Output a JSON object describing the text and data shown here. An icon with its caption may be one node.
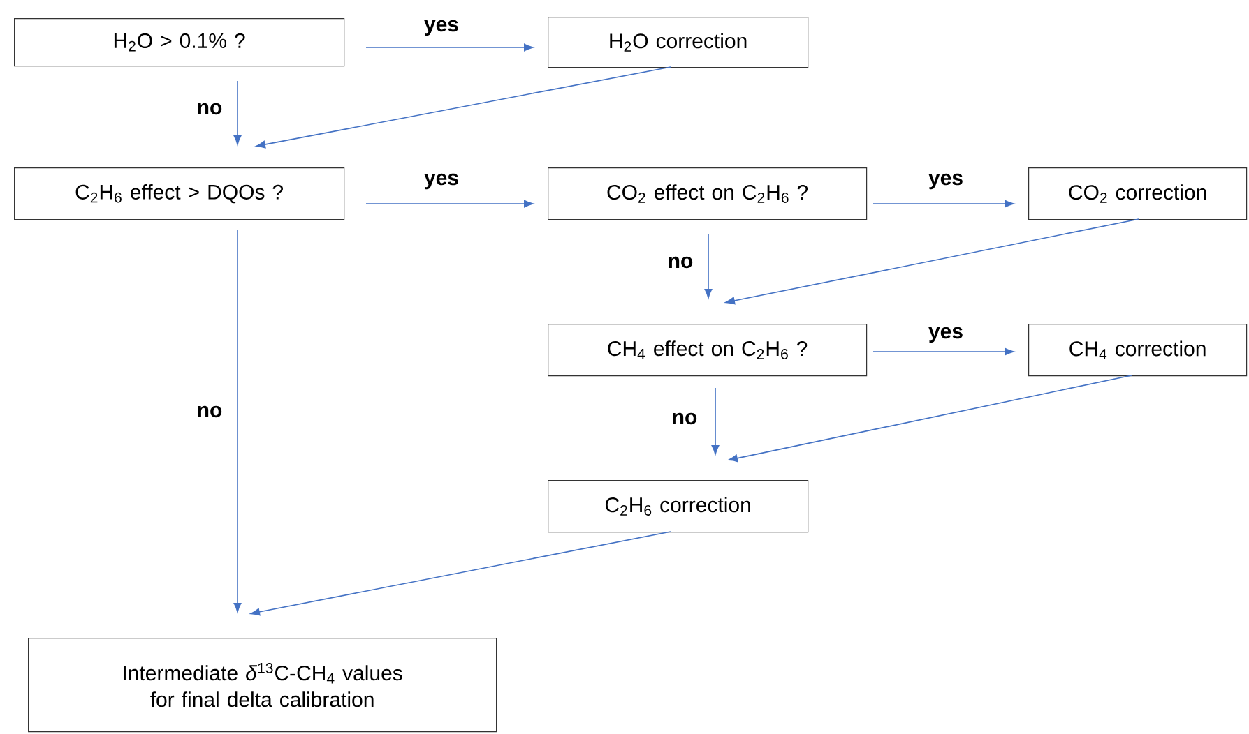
{
  "diagram": {
    "nodes": [
      {
        "text": [
          "H$_{2}$O > 0.1% ?"
        ]
      },
      {
        "text": [
          "H$_{2}$O correction"
        ]
      },
      {
        "text": [
          "C$_{2}$H$_{6}$ effect > DQOs ?"
        ]
      },
      {
        "text": [
          "CO$_{2}$ effect on C$_{2}$H$_{6}$ ?"
        ]
      },
      {
        "text": [
          "CO$_{2}$ correction"
        ]
      },
      {
        "text": [
          "CH$_{4}$ effect on C$_{2}$H$_{6}$ ?"
        ]
      },
      {
        "text": [
          "CH$_{4}$ correction"
        ]
      },
      {
        "text": [
          "C$_{2}$H$_{6}$ correction"
        ]
      },
      {
        "text": [
          "Intermediate *δ*$^{13}$C-CH$_{4}$ values for final delta calibration"
        ]
      }
    ],
    "edges": [
      {
        "from": 0,
        "to": 1,
        "arrow": "to",
        "label": "yes"
      },
      {
        "from": 0,
        "to": 2,
        "arrow": "to",
        "label": "no"
      },
      {
        "from": 1,
        "to": 2,
        "arrow": "to"
      },
      {
        "from": 2,
        "to": 3,
        "arrow": "to",
        "label": "yes"
      },
      {
        "from": 3,
        "to": 4,
        "arrow": "to",
        "label": "yes"
      },
      {
        "from": 3,
        "to": 5,
        "arrow": "to",
        "label": "no"
      },
      {
        "from": 4,
        "to": 5,
        "arrow": "to"
      },
      {
        "from": 5,
        "to": 6,
        "arrow": "to",
        "label": "yes"
      },
      {
        "from": 5,
        "to": 7,
        "arrow": "to",
        "label": "no"
      },
      {
        "from": 6,
        "to": 7,
        "arrow": "to"
      },
      {
        "from": 2,
        "to": 8,
        "arrow": "to",
        "label": "no"
      },
      {
        "from": 7,
        "to": 8,
        "arrow": "to"
      }
    ]
  }
}
